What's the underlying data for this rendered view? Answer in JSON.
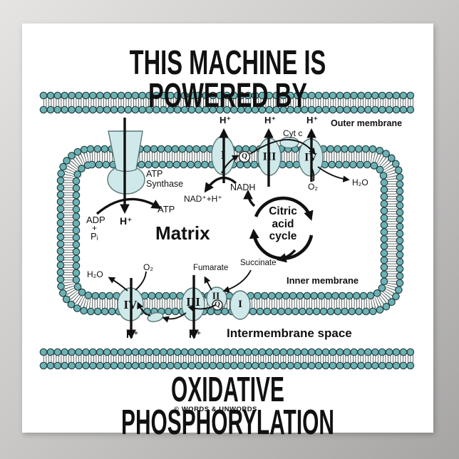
{
  "poster": {
    "top_title": "THIS MACHINE IS POWERED BY",
    "bottom_title": "OXIDATIVE PHOSPHORYLATION",
    "credit": "© WORDS & UNWORDS"
  },
  "labels": {
    "outer_membrane": "Outer membrane",
    "inner_membrane": "Inner membrane",
    "intermembrane_space": "Intermembrane space",
    "matrix": "Matrix",
    "atp_synthase": [
      "ATP",
      "Synthase"
    ],
    "citric_acid_cycle": [
      "Citric",
      "acid",
      "cycle"
    ],
    "h_plus": "H⁺",
    "nadh": "NADH",
    "nad_plus_h": "NAD⁺+H⁺",
    "adp": "ADP",
    "plus": "+",
    "pi": "Pᵢ",
    "atp": "ATP",
    "o2": "O₂",
    "h2o": "H₂O",
    "cyt_c": "Cyt c",
    "fumarate": "Fumarate",
    "succinate": "Succinate",
    "q": "Q",
    "complex_i": "I",
    "complex_ii": "II",
    "complex_iii": "III",
    "complex_iv": "IV"
  },
  "colors": {
    "lipid_head": "#6cb2b6",
    "lipid_outline": "#24403f",
    "protein_fill": "#cfe9ea",
    "protein_outline": "#5a7676",
    "arrow": "#111111",
    "title": "#111111",
    "poster_bg": "#ffffff"
  }
}
